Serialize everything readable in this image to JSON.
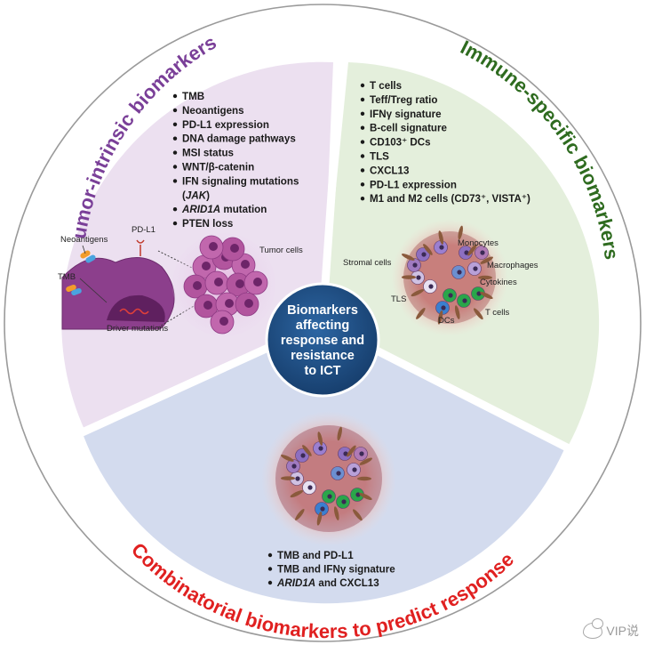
{
  "center_title": [
    "Biomarkers",
    "affecting",
    "response and",
    "resistance",
    "to ICT"
  ],
  "sections": {
    "tumor": {
      "title": "Tumor-intrinsic biomarkers",
      "color": "#7a3f98",
      "items": [
        {
          "text": "TMB"
        },
        {
          "text": "Neoantigens"
        },
        {
          "text": "PD-L1 expression"
        },
        {
          "text": "DNA damage pathways"
        },
        {
          "text": "MSI status"
        },
        {
          "text": "WNT/β-catenin"
        },
        {
          "text": "IFN signaling mutations"
        },
        {
          "text": "(JAK)",
          "cont": true
        },
        {
          "text": "ARID1A mutation"
        },
        {
          "text": "PTEN loss"
        }
      ],
      "labels": {
        "neoantigens": "Neoantigens",
        "pdl1": "PD-L1",
        "tmb": "TMB",
        "driver": "Driver mutations",
        "tumor_cells": "Tumor cells"
      }
    },
    "immune": {
      "title": "Immune-specific biomarkers",
      "color": "#2e6b1f",
      "items": [
        {
          "text": "T cells"
        },
        {
          "text": "Teff/Treg ratio"
        },
        {
          "text": "IFNγ signature"
        },
        {
          "text": "B-cell signature"
        },
        {
          "text": "CD103⁺ DCs"
        },
        {
          "text": "TLS"
        },
        {
          "text": "CXCL13"
        },
        {
          "text": "PD-L1 expression"
        },
        {
          "text": "M1 and M2 cells (CD73⁺, VISTA⁺)"
        }
      ],
      "labels": {
        "monocytes": "Monocytes",
        "stromal": "Stromal cells",
        "macrophages": "Macrophages",
        "cytokines": "Cytokines",
        "tls": "TLS",
        "dcs": "DCs",
        "tcells": "T cells"
      }
    },
    "combo": {
      "title": "Combinatorial biomarkers to predict response",
      "color": "#e02020",
      "items": [
        {
          "text": "TMB and PD-L1"
        },
        {
          "text": "TMB and IFNγ signature"
        },
        {
          "text": "ARID1A and CXCL13"
        }
      ]
    }
  },
  "watermark": "VIP说",
  "colors": {
    "tumor_bg": "#ece0f0",
    "immune_bg": "#e4efdc",
    "combo_bg": "#d3dbee",
    "center": "#1f4f86",
    "tumor_cell": "#b2559e"
  }
}
